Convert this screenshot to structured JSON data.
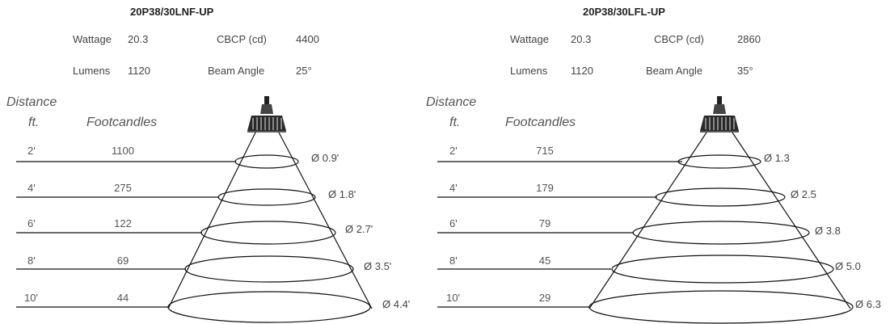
{
  "headers": {
    "distance": "Distance",
    "ft": "ft.",
    "footcandles": "Footcandles"
  },
  "labels": {
    "wattage": "Wattage",
    "cbcp": "CBCP (cd)",
    "lumens": "Lumens",
    "beam_angle": "Beam Angle"
  },
  "products": [
    {
      "model": "20P38/30LNF-UP",
      "wattage": "20.3",
      "cbcp": "4400",
      "lumens": "1120",
      "beam_angle": "25°",
      "rows": [
        {
          "distance": "2'",
          "footcandles": "1100",
          "diameter": "Ø 0.9'"
        },
        {
          "distance": "4'",
          "footcandles": "275",
          "diameter": "Ø 1.8'"
        },
        {
          "distance": "6'",
          "footcandles": "122",
          "diameter": "Ø 2.7'"
        },
        {
          "distance": "8'",
          "footcandles": "69",
          "diameter": "Ø 3.5'"
        },
        {
          "distance": "10'",
          "footcandles": "44",
          "diameter": "Ø 4.4'"
        }
      ]
    },
    {
      "model": "20P38/30LFL-UP",
      "wattage": "20.3",
      "cbcp": "2860",
      "lumens": "1120",
      "beam_angle": "35°",
      "rows": [
        {
          "distance": "2'",
          "footcandles": "715",
          "diameter": "Ø 1.3"
        },
        {
          "distance": "4'",
          "footcandles": "179",
          "diameter": "Ø 2.5"
        },
        {
          "distance": "6'",
          "footcandles": "79",
          "diameter": "Ø 3.8"
        },
        {
          "distance": "8'",
          "footcandles": "45",
          "diameter": "Ø 5.0"
        },
        {
          "distance": "10'",
          "footcandles": "29",
          "diameter": "Ø 6.3"
        }
      ]
    }
  ]
}
